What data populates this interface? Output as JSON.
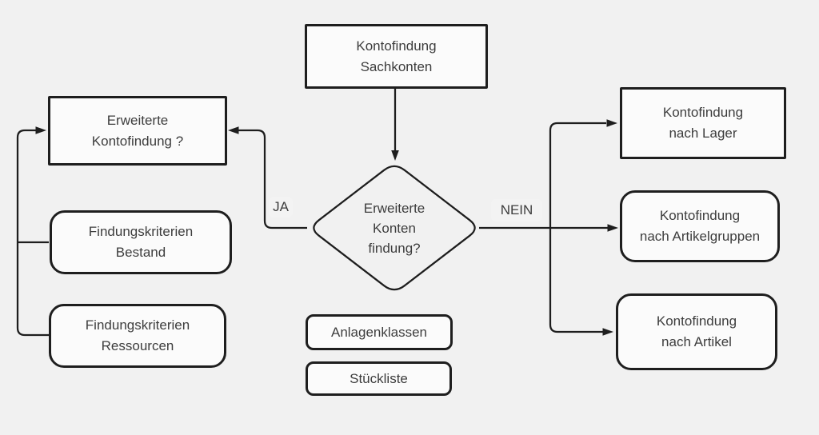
{
  "diagram": {
    "type": "flowchart",
    "language": "de",
    "colors": {
      "background": "#f1f1f1",
      "node_fill": "#fbfbfb",
      "stroke": "#1e1e1e",
      "text": "#3d3d3d"
    },
    "nodes": {
      "start": {
        "label": "Kontofindung\nSachkonten",
        "shape": "rectangle"
      },
      "decision": {
        "label": "Erweiterte\nKonten\nfindung?",
        "shape": "diamond"
      },
      "erweiterte_kontofindung": {
        "label": "Erweiterte\nKontofindung ?",
        "shape": "rectangle"
      },
      "findungskriterien_bestand": {
        "label": "Findungskriterien\nBestand",
        "shape": "rounded-rectangle"
      },
      "findungskriterien_ressourcen": {
        "label": "Findungskriterien\nRessourcen",
        "shape": "rounded-rectangle"
      },
      "anlagenklassen": {
        "label": "Anlagenklassen",
        "shape": "rounded-rectangle"
      },
      "stueckliste": {
        "label": "Stückliste",
        "shape": "rounded-rectangle"
      },
      "kontofindung_lager": {
        "label": "Kontofindung\nnach Lager",
        "shape": "rectangle"
      },
      "kontofindung_artikelgruppen": {
        "label": "Kontofindung\nnach Artikelgruppen",
        "shape": "rounded-rectangle"
      },
      "kontofindung_artikel": {
        "label": "Kontofindung\nnach Artikel",
        "shape": "rounded-rectangle"
      }
    },
    "edge_labels": {
      "yes": "JA",
      "no": "NEIN"
    },
    "edges": [
      {
        "from": "start",
        "to": "decision",
        "label": ""
      },
      {
        "from": "decision",
        "to": "erweiterte_kontofindung",
        "label": "JA"
      },
      {
        "from": "decision",
        "to": "kontofindung_lager",
        "label": "NEIN"
      },
      {
        "from": "decision",
        "to": "kontofindung_artikelgruppen",
        "label": "NEIN"
      },
      {
        "from": "decision",
        "to": "kontofindung_artikel",
        "label": "NEIN"
      },
      {
        "from": "findungskriterien_bestand",
        "to": "erweiterte_kontofindung",
        "label": ""
      },
      {
        "from": "findungskriterien_ressourcen",
        "to": "erweiterte_kontofindung",
        "label": ""
      }
    ]
  }
}
